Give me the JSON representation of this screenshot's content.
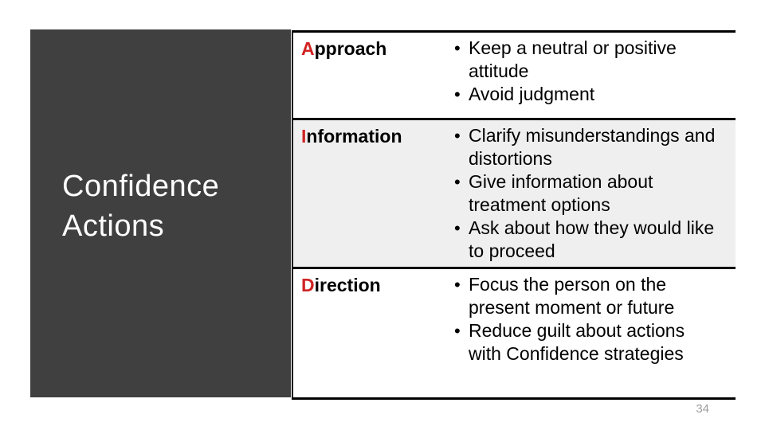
{
  "slide": {
    "page_number": "34",
    "colors": {
      "sidebar_bg": "#404040",
      "sidebar_text": "#ffffff",
      "accent_red": "#d02424",
      "table_border": "#000000",
      "row_alt_bg": "#efefef",
      "page_number_gray": "#9d9d9d"
    },
    "sidebar": {
      "title": "Confidence Actions"
    },
    "table": {
      "bullet_glyph": "•",
      "rows": [
        {
          "term_first": "A",
          "term_rest": "pproach",
          "bullets": [
            "Keep a neutral or positive\nattitude",
            "Avoid judgment"
          ]
        },
        {
          "term_first": "I",
          "term_rest": "nformation",
          "bullets": [
            "Clarify misunderstandings and\ndistortions",
            "Give information about\ntreatment options",
            "Ask about how they would like\nto proceed"
          ]
        },
        {
          "term_first": "D",
          "term_rest": "irection",
          "bullets": [
            "Focus the person on the\npresent moment or future",
            "Reduce guilt about actions\nwith Confidence strategies"
          ]
        }
      ]
    }
  }
}
